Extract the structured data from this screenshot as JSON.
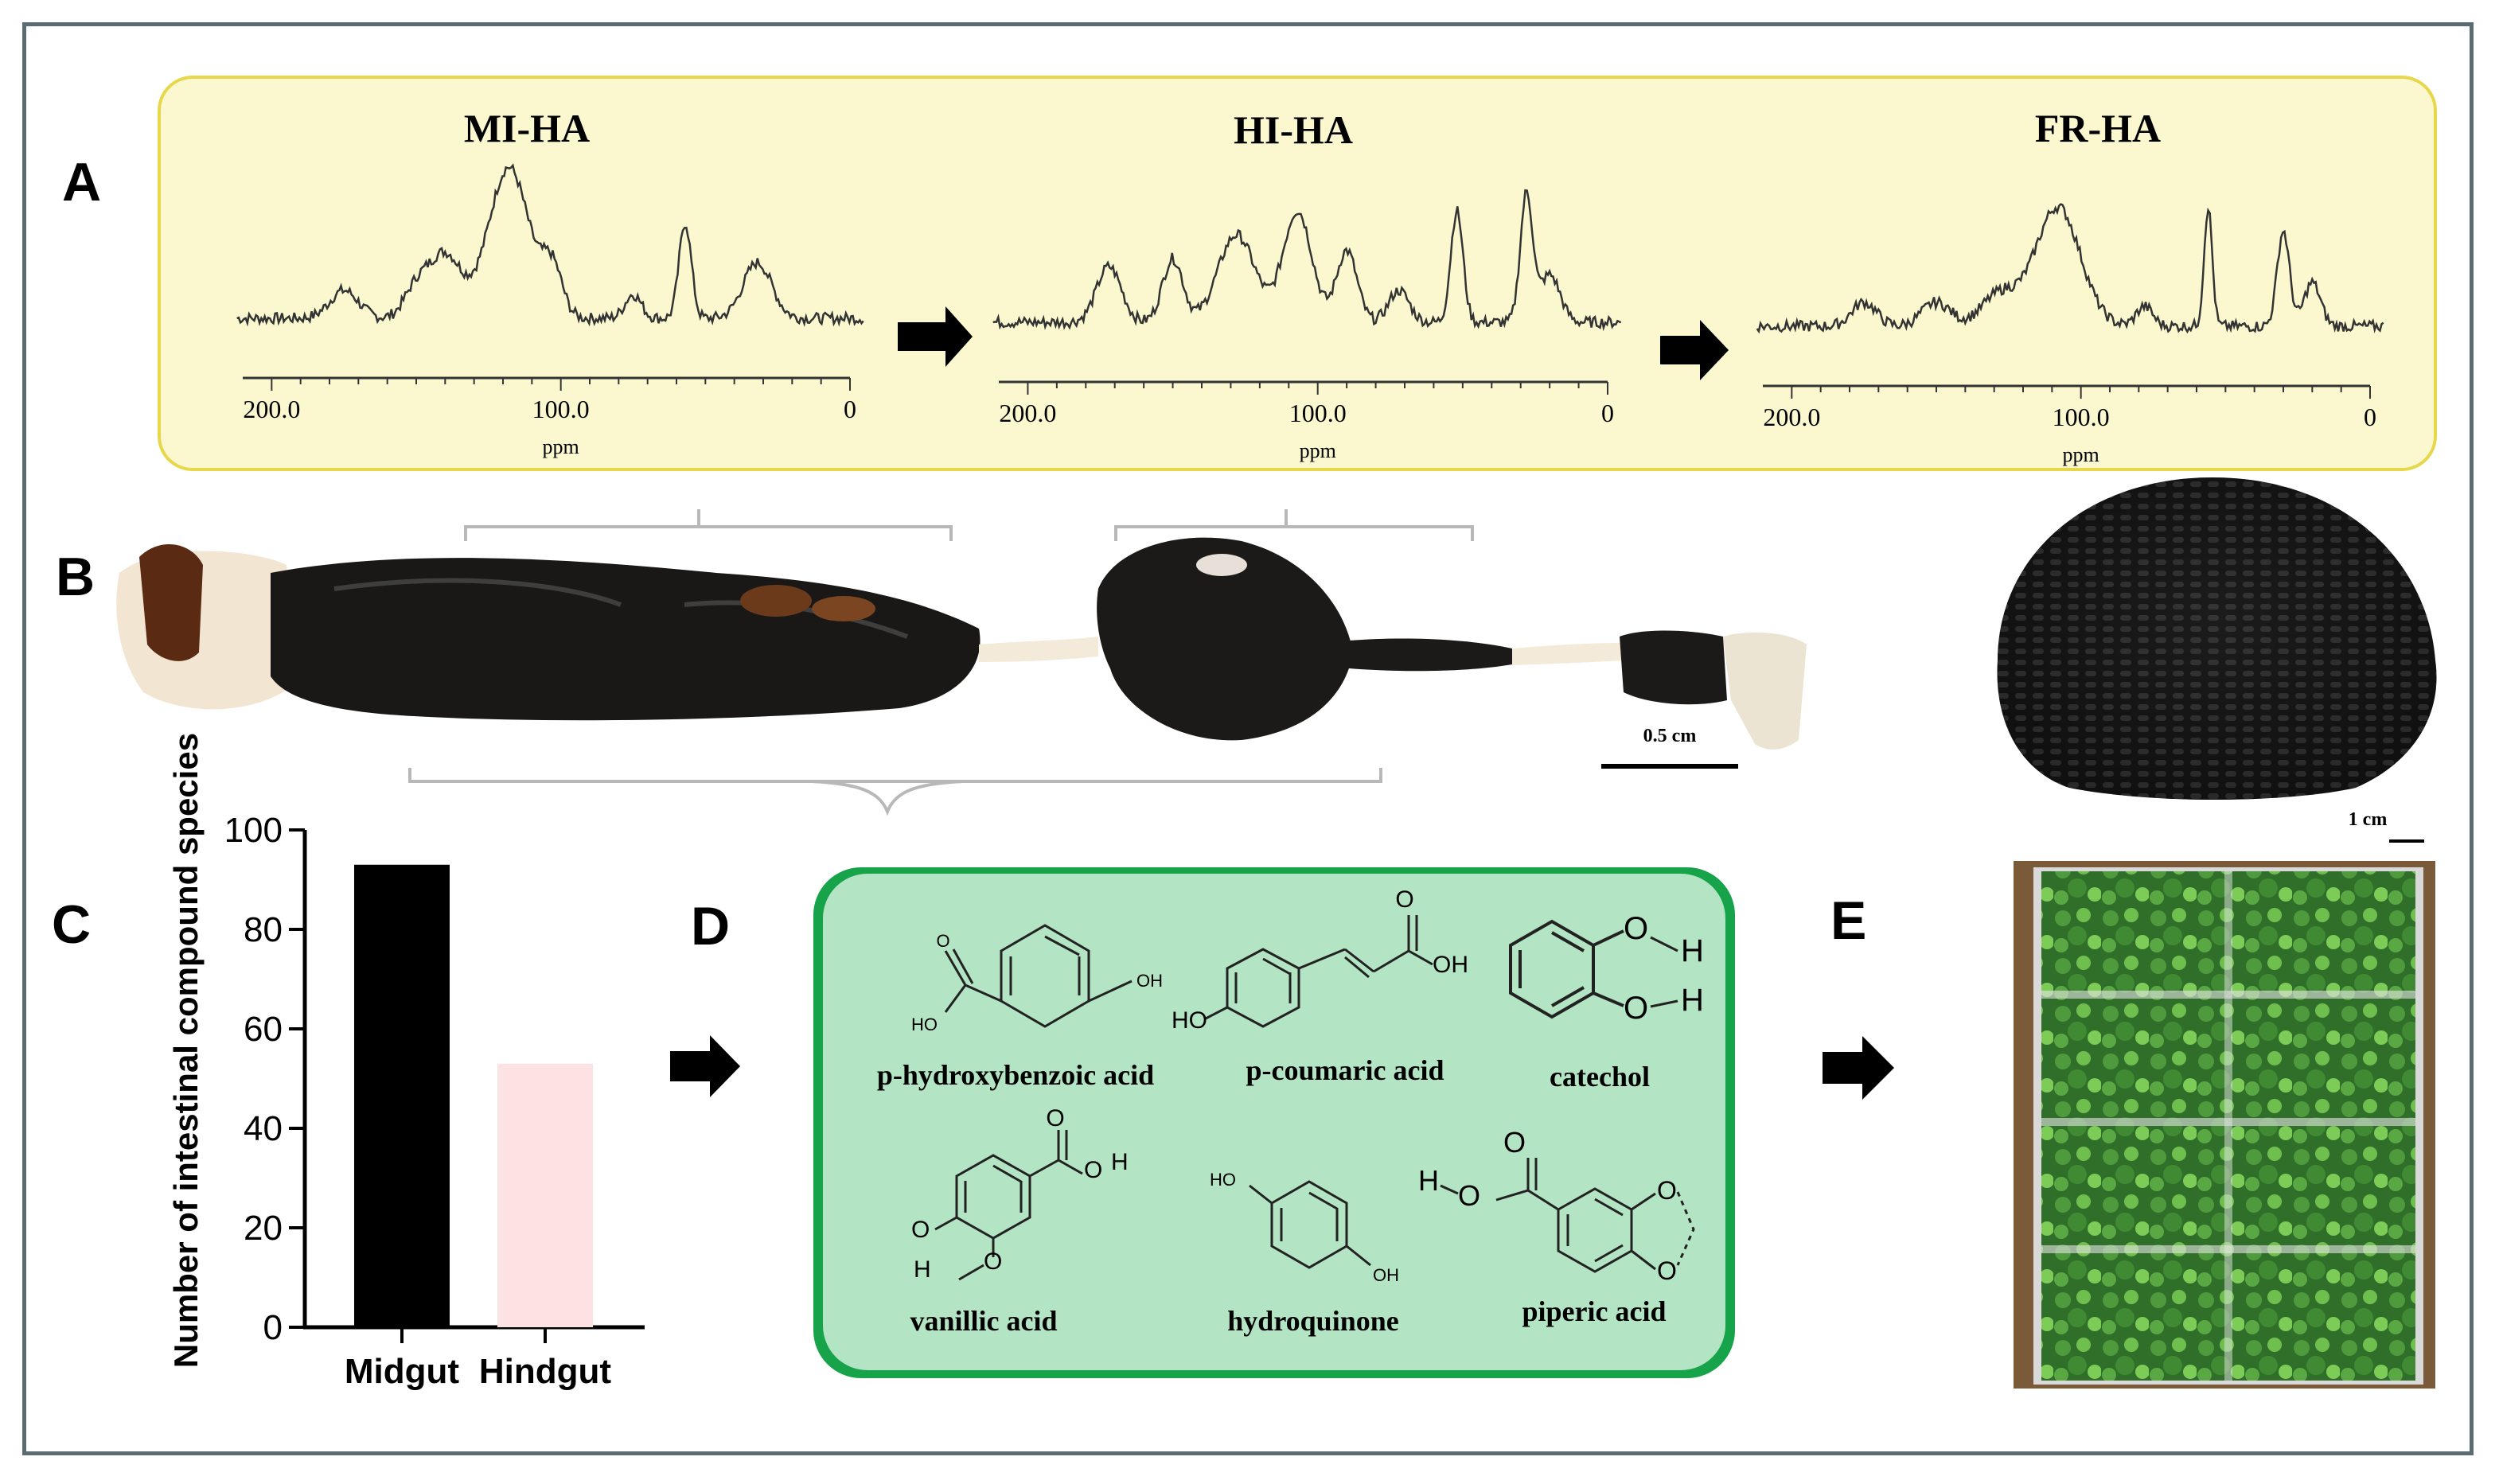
{
  "panels": {
    "a": "A",
    "b": "B",
    "c": "C",
    "d": "D",
    "e": "E"
  },
  "nmr": {
    "titles": [
      "MI-HA",
      "HI-HA",
      "FR-HA"
    ],
    "tick_labels": [
      "200.0",
      "100.0",
      "0"
    ],
    "axis_unit": "ppm",
    "colors": {
      "panel_bg": "#fbf8cf",
      "panel_border": "#e6d84a"
    }
  },
  "gut": {
    "scale_gut": "0.5 cm",
    "scale_pellets": "1 cm"
  },
  "chart_data": {
    "type": "bar",
    "categories": [
      "Midgut",
      "Hindgut"
    ],
    "values": [
      93,
      53
    ],
    "ylabel": "Number of intestinal compound species",
    "xlabel": "",
    "ylim": [
      0,
      100
    ],
    "yticks": [
      0,
      20,
      40,
      60,
      80,
      100
    ],
    "colors": [
      "#000000",
      "#fde2e4"
    ]
  },
  "compounds": [
    {
      "name": "p-hydroxybenzoic  acid"
    },
    {
      "name": "p-coumaric acid"
    },
    {
      "name": "catechol"
    },
    {
      "name": "vanillic acid"
    },
    {
      "name": "hydroquinone"
    },
    {
      "name": "piperic  acid"
    }
  ],
  "atoms": {
    "oh": "OH",
    "ho": "HO",
    "o": "O",
    "h": "H"
  },
  "colors": {
    "compound_box_fill": "#b3e4c3",
    "compound_box_border": "#17a34a",
    "frame": "#5b6b72"
  }
}
